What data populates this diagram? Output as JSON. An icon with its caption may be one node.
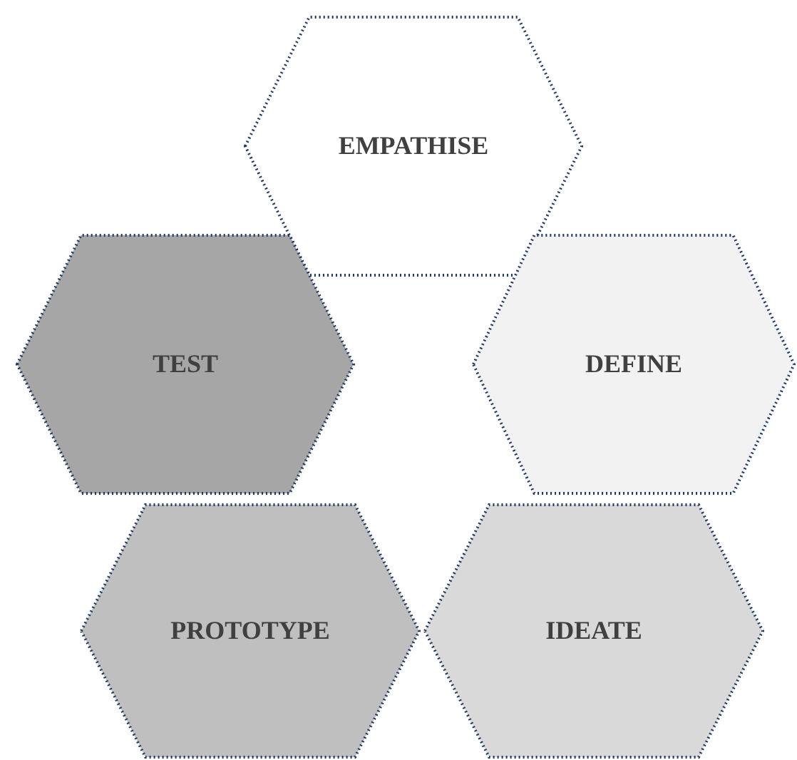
{
  "diagram": {
    "nodes": [
      {
        "text": [
          "EMPATHISE"
        ]
      },
      {
        "text": [
          "TEST"
        ]
      },
      {
        "text": [
          "DEFINE"
        ]
      },
      {
        "text": [
          "PROTOTYPE"
        ]
      },
      {
        "text": [
          "IDEATE"
        ]
      }
    ]
  }
}
